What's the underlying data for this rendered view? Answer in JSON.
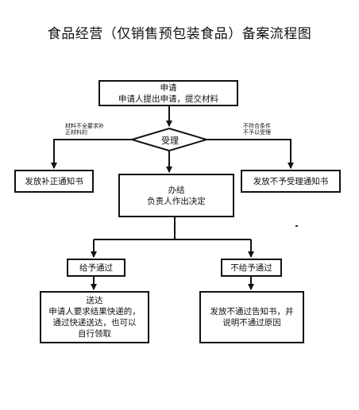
{
  "title": "食品经营（仅销售预包装食品）备案流程图",
  "nodes": {
    "apply": {
      "line1": "申请",
      "line2": "申请人提出申请，提交材料"
    },
    "accept": {
      "label": "受理"
    },
    "supplement": {
      "label": "发放补正通知书"
    },
    "reject_accept": {
      "label": "发放不予受理通知书"
    },
    "process": {
      "line1": "办结",
      "line2": "负责人作出决定"
    },
    "approve": {
      "label": "给予通过"
    },
    "deny": {
      "label": "不给予通过"
    },
    "deliver": {
      "line1": "送达",
      "line2": "申请人要求结果快递的，",
      "line3": "通过快递送达，也可以",
      "line4": "自行领取"
    },
    "deny_notice": {
      "line1": "发放不通过告知书，并",
      "line2": "说明不通过原因"
    }
  },
  "notes": {
    "incomplete": {
      "line1": "材料不全要求补",
      "line2": "正材料的"
    },
    "not_eligible": {
      "line1": "不符合条件",
      "line2": "不予以受理"
    }
  }
}
